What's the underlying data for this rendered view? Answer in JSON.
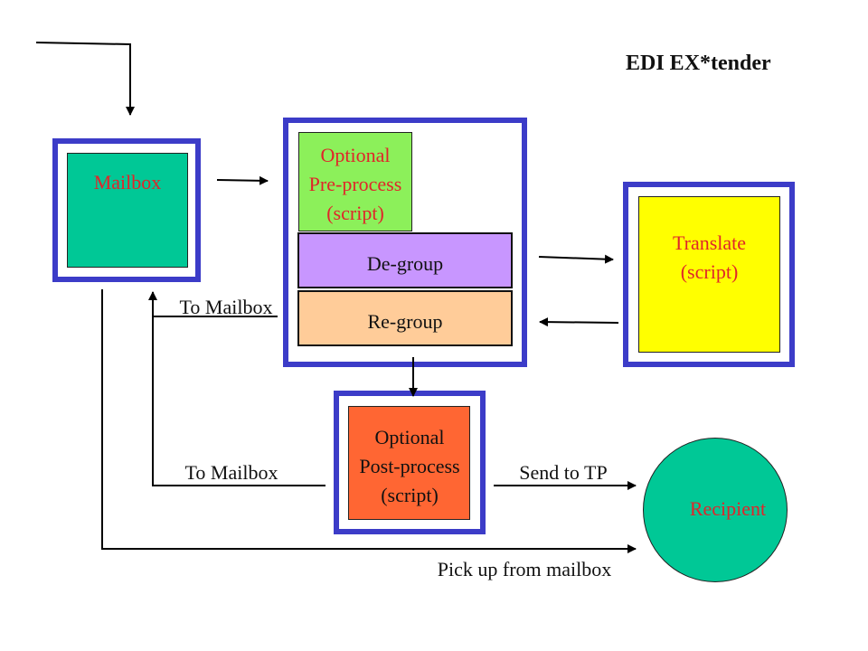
{
  "title": "EDI EX*tender",
  "nodes": {
    "mailbox": {
      "label": "Mailbox"
    },
    "pre_process": {
      "lines": [
        "Optional",
        "Pre-process",
        "(script)"
      ]
    },
    "de_group": {
      "label": "De-group"
    },
    "re_group": {
      "label": "Re-group"
    },
    "translate": {
      "lines": [
        "Translate",
        "(script)"
      ]
    },
    "post_process": {
      "lines": [
        "Optional",
        "Post-process",
        "(script)"
      ]
    },
    "recipient": {
      "label": "Recipient"
    }
  },
  "edges": {
    "to_mailbox_upper": "To Mailbox",
    "to_mailbox_lower": "To Mailbox",
    "send_to_tp": "Send to TP",
    "pick_up": "Pick up from mailbox"
  },
  "colors": {
    "frame": "#3c3cc8",
    "mailbox": "#00c896",
    "pre_process": "#8cf05a",
    "de_group": "#c896ff",
    "re_group": "#ffcc99",
    "translate": "#ffff00",
    "post_process": "#ff6633",
    "recipient": "#00c896",
    "label_red": "#e0252a"
  }
}
